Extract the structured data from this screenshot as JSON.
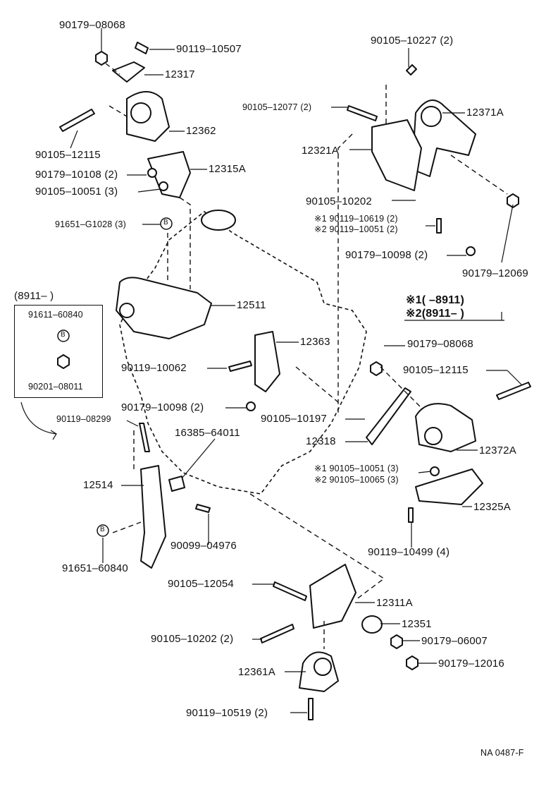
{
  "figure_code": "NA 0487-F",
  "inset": {
    "date_range": "(8911–      )",
    "part_b": "91611–60840",
    "part_b_symbol": "B",
    "part_washer": "90201–08011"
  },
  "notes": {
    "note1": "※1(      –8911)",
    "note2": "※2(8911–      )"
  },
  "callout_symbol": "B",
  "parts": {
    "p1": "90179–08068",
    "p2": "90119–10507",
    "p3": "12317",
    "p4": "12362",
    "p5": "90105–12115",
    "p6": "90179–10108 (2)",
    "p7": "12315A",
    "p8": "90105–10051 (3)",
    "p9": "91651–G1028 (3)",
    "p10": "90105–10227 (2)",
    "p11": "90105–12077 (2)",
    "p12": "12371A",
    "p13": "12321A",
    "p14": "90105–10202",
    "p15": "※1 90119–10619 (2)",
    "p16": "※2 90119–10051 (2)",
    "p17": "90179–10098 (2)",
    "p18": "90179–12069",
    "p19": "12511",
    "p20": "12363",
    "p21": "90119–10062",
    "p22": "90179–10098 (2)",
    "p23": "90179–08068",
    "p24": "90105–12115",
    "p25": "90105–10197",
    "p26": "12318",
    "p27": "12372A",
    "p28": "90119–08299",
    "p29": "16385–64011",
    "p30": "12514",
    "p31": "※1 90105–10051 (3)",
    "p32": "※2 90105–10065 (3)",
    "p33": "12325A",
    "p34": "90099–04976",
    "p35": "90119–10499 (4)",
    "p36": "91651–60840",
    "p37": "90105–12054",
    "p38": "12311A",
    "p39": "90105–10202 (2)",
    "p40": "12351",
    "p41": "90179–06007",
    "p42": "90179–12016",
    "p43": "12361A",
    "p44": "90119–10519 (2)"
  }
}
